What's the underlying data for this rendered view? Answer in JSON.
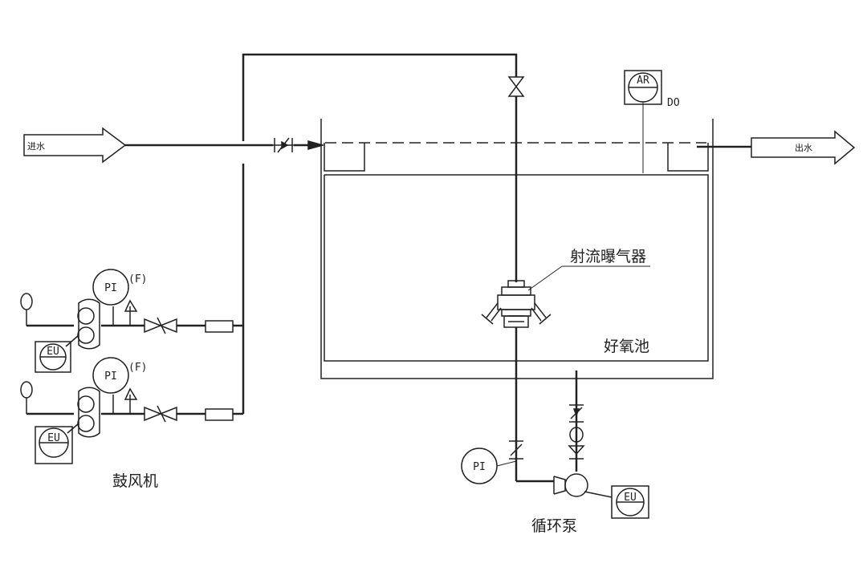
{
  "labels": {
    "inlet": "进水",
    "outlet": "出水",
    "blower": "鼓风机",
    "pump": "循环泵",
    "aeration_tank": "好氧池",
    "jet_aerator": "射流曝气器"
  },
  "instruments": {
    "analyzer": "AR",
    "analyzer_param": "DO",
    "pressure_blower_1": "PI",
    "pressure_blower_1_suffix": "(F)",
    "pressure_blower_2": "PI",
    "pressure_blower_2_suffix": "(F)",
    "pressure_pump": "PI",
    "motor_blower_1": "EU",
    "motor_blower_2": "EU",
    "motor_pump": "EU"
  },
  "colors": {
    "line": "#222222",
    "background": "#ffffff"
  }
}
